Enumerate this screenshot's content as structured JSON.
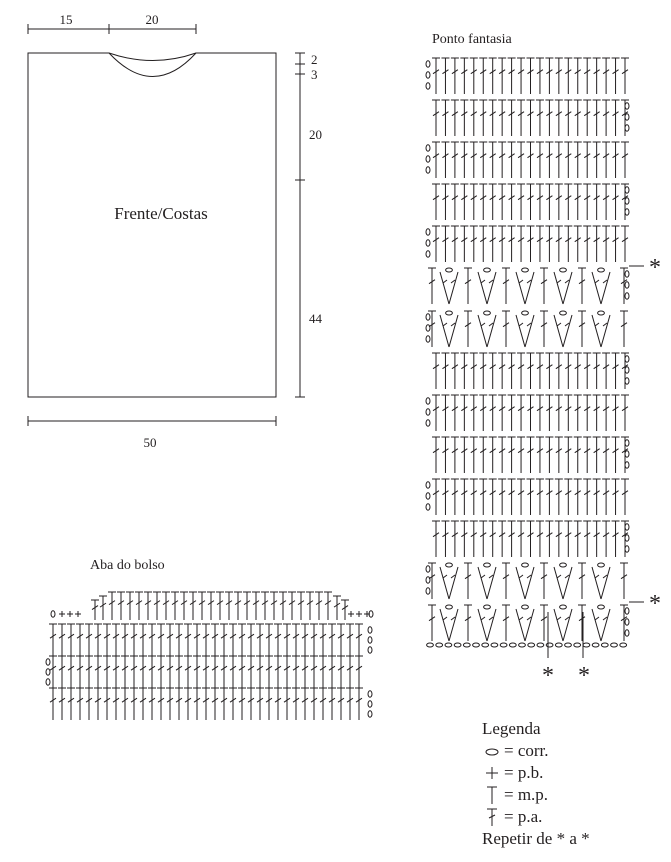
{
  "pattern": {
    "piece_label": "Frente/Costas",
    "dimensions": {
      "top_left": "15",
      "top_neck": "20",
      "neck_depth_1": "2",
      "neck_depth_2": "3",
      "upper_height": "20",
      "lower_height": "44",
      "width": "50"
    },
    "stitch_chart_title": "Ponto fantasia",
    "pocket_chart_title": "Aba do bolso",
    "repeat_marker": "*"
  },
  "legend": {
    "title": "Legenda",
    "items": [
      {
        "icon": "chain-symbol-icon",
        "label": "= corr."
      },
      {
        "icon": "single-crochet-symbol-icon",
        "label": "= p.b."
      },
      {
        "icon": "half-double-crochet-symbol-icon",
        "label": "= m.p."
      },
      {
        "icon": "double-crochet-symbol-icon",
        "label": "= p.a."
      }
    ],
    "repeat_note": "Repetir de * a *"
  }
}
